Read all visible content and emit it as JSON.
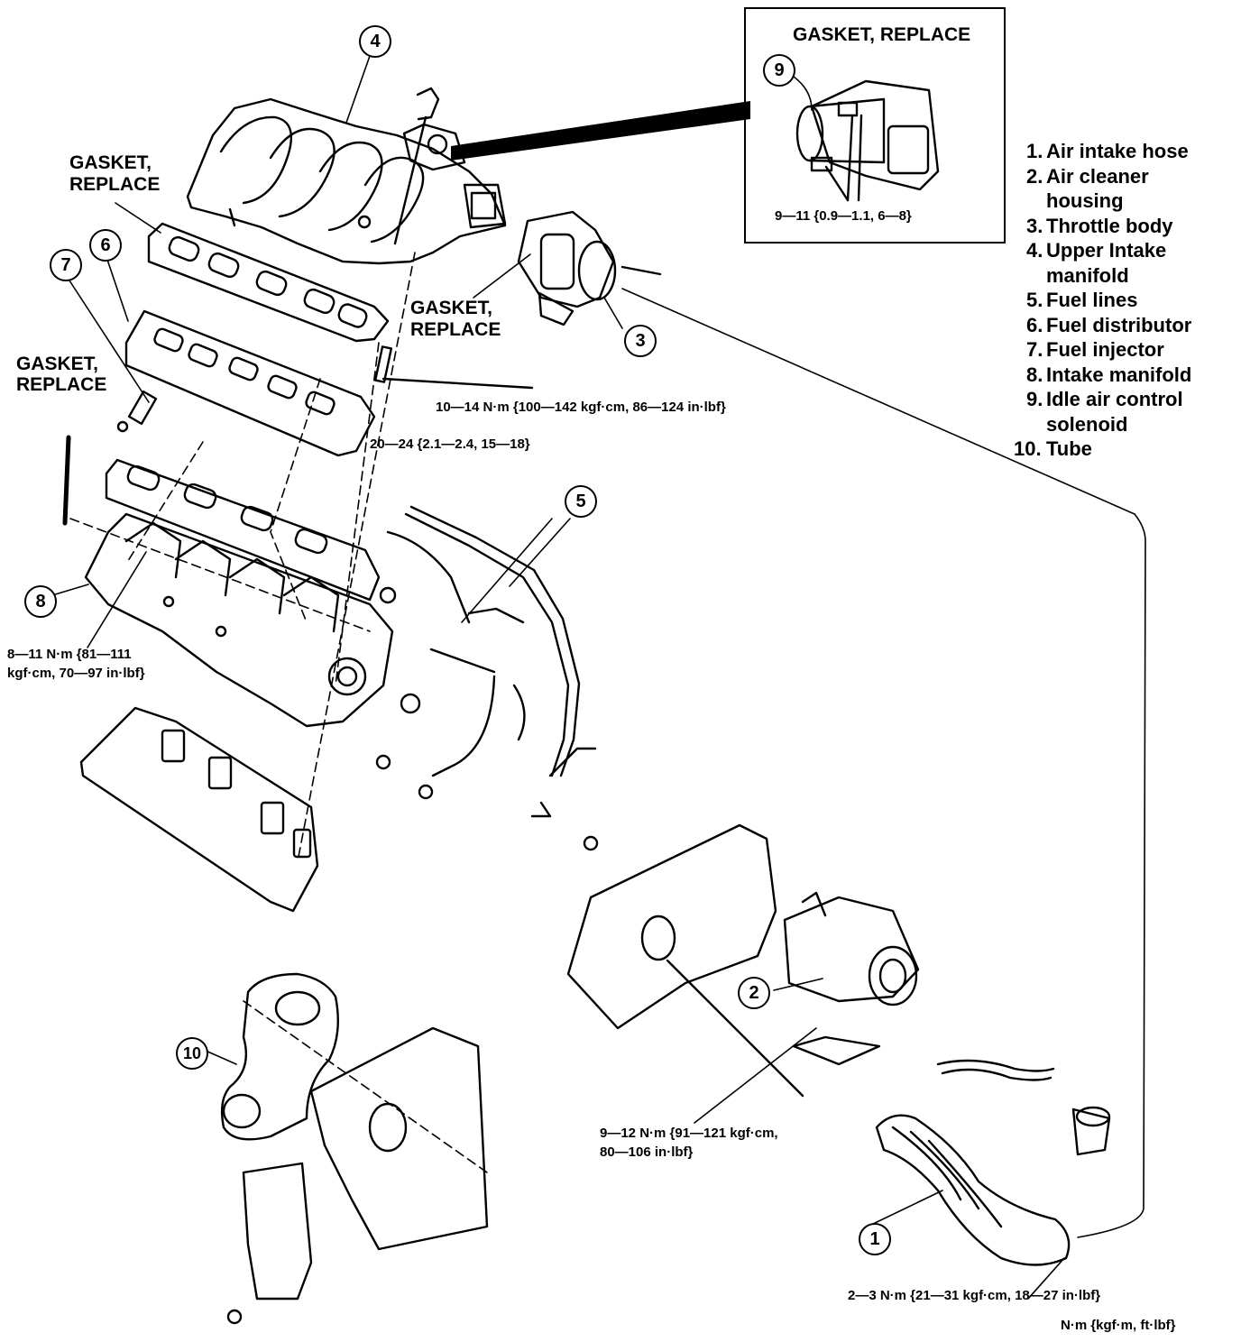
{
  "labels": {
    "gasket_inset": "GASKET, REPLACE",
    "gasket_upper_1": "GASKET,",
    "gasket_upper_2": "REPLACE",
    "gasket_throttle_1": "GASKET,",
    "gasket_throttle_2": "REPLACE",
    "gasket_injector_1": "GASKET,",
    "gasket_injector_2": "REPLACE"
  },
  "torques": {
    "inset": "9—11 {0.9—1.1, 6—8}",
    "distributor": "10—14 N·m {100—142 kgf·cm, 86—124 in·lbf}",
    "fuel_lines": "20—24 {2.1—2.4, 15—18}",
    "intake_1": "8—11 N·m {81—111",
    "intake_2": "kgf·cm, 70—97 in·lbf}",
    "air_cleaner_1": "9—12 N·m {91—121 kgf·cm,",
    "air_cleaner_2": "80—106 in·lbf}",
    "hose": "2—3 N·m {21—31 kgf·cm, 18—27 in·lbf}",
    "units": "N·m {kgf·m, ft·lbf}"
  },
  "callouts": [
    "1",
    "2",
    "3",
    "4",
    "5",
    "6",
    "7",
    "8",
    "9",
    "10"
  ],
  "legend": [
    {
      "num": "1.",
      "lines": [
        "Air intake hose"
      ]
    },
    {
      "num": "2.",
      "lines": [
        "Air cleaner",
        "housing"
      ]
    },
    {
      "num": "3.",
      "lines": [
        "Throttle body"
      ]
    },
    {
      "num": "4.",
      "lines": [
        "Upper Intake",
        "manifold"
      ]
    },
    {
      "num": "5.",
      "lines": [
        "Fuel lines"
      ]
    },
    {
      "num": "6.",
      "lines": [
        "Fuel distributor"
      ]
    },
    {
      "num": "7.",
      "lines": [
        "Fuel injector"
      ]
    },
    {
      "num": "8.",
      "lines": [
        "Intake manifold"
      ]
    },
    {
      "num": "9.",
      "lines": [
        "Idle air control",
        "solenoid"
      ]
    },
    {
      "num": "10.",
      "lines": [
        "Tube"
      ]
    }
  ]
}
